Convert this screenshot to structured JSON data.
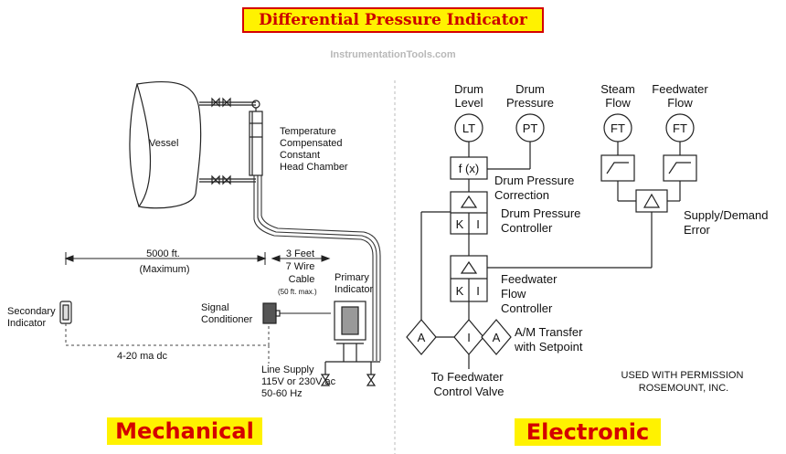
{
  "title": "Differential Pressure Indicator",
  "watermark": "InstrumentationTools.com",
  "mechanical": {
    "badge": "Mechanical",
    "vessel": "Vessel",
    "head_chamber": [
      "Temperature",
      "Compensated",
      "Constant",
      "Head Chamber"
    ],
    "distance": [
      "5000 ft.",
      "(Maximum)"
    ],
    "cable": [
      "3 Feet",
      "7 Wire",
      "Cable",
      "(50 ft. max.)"
    ],
    "primary_indicator": [
      "Primary",
      "Indicator"
    ],
    "secondary_indicator": [
      "Secondary",
      "Indicator"
    ],
    "signal_conditioner": [
      "Signal",
      "Conditioner"
    ],
    "signal": "4-20 ma dc",
    "line_supply": [
      "Line Supply",
      "115V or 230V ac",
      "50-60 Hz"
    ]
  },
  "electronic": {
    "badge": "Electronic",
    "drum_level": [
      "Drum",
      "Level"
    ],
    "drum_pressure": [
      "Drum",
      "Pressure"
    ],
    "steam_flow": [
      "Steam",
      "Flow"
    ],
    "feedwater_flow": [
      "Feedwater",
      "Flow"
    ],
    "lt": "LT",
    "pt": "PT",
    "ft1": "FT",
    "ft2": "FT",
    "fx": "f (x)",
    "k": "K",
    "i": "I",
    "a": "A",
    "correction": [
      "Drum Pressure",
      "Correction"
    ],
    "dp_controller": [
      "Drum Pressure",
      "Controller"
    ],
    "supply_demand": [
      "Supply/Demand",
      "Error"
    ],
    "fw_controller": [
      "Feedwater",
      "Flow",
      "Controller"
    ],
    "am_transfer": [
      "A/M Transfer",
      "with Setpoint"
    ],
    "to_valve": [
      "To Feedwater",
      "Control Valve"
    ],
    "permission": [
      "USED WITH PERMISSION",
      "ROSEMOUNT, INC."
    ]
  }
}
